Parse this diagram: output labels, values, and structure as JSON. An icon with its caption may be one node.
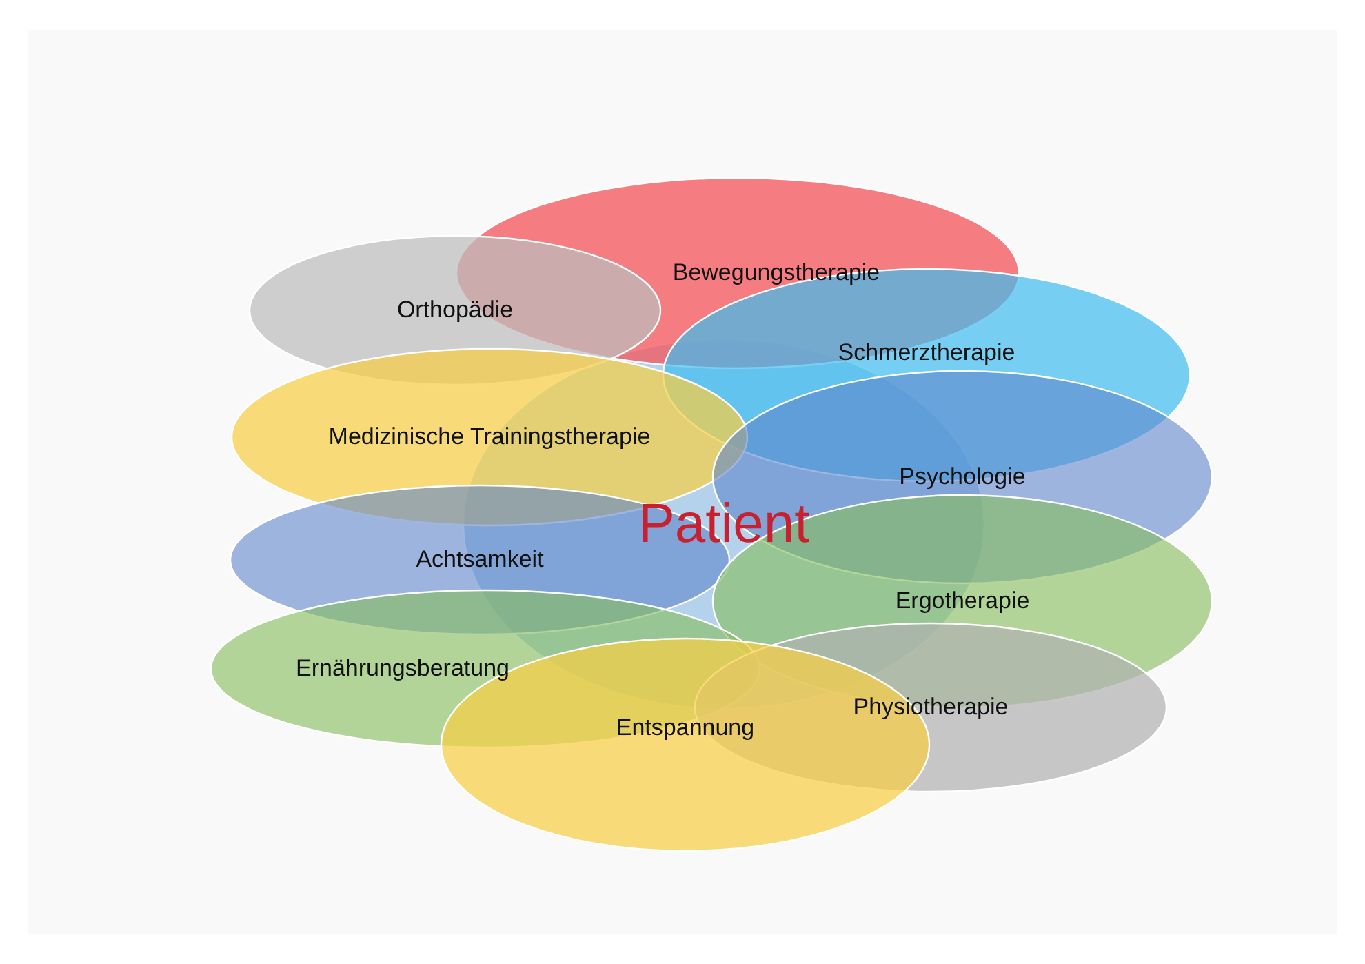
{
  "diagram": {
    "nodes": [
      {
        "text": [
          "Patient"
        ]
      },
      {
        "text": [
          "Bewegungstherapie"
        ]
      },
      {
        "text": [
          "Orthopädie"
        ]
      },
      {
        "text": [
          "Schmerztherapie"
        ]
      },
      {
        "text": [
          "Medizinische Trainingstherapie"
        ]
      },
      {
        "text": [
          "Psychologie"
        ]
      },
      {
        "text": [
          "Achtsamkeit"
        ]
      },
      {
        "text": [
          "Ergotherapie"
        ]
      },
      {
        "text": [
          "Ernährungsberatung"
        ]
      },
      {
        "text": [
          "Physiotherapie"
        ]
      },
      {
        "text": [
          "Entspannung"
        ]
      }
    ],
    "edges": []
  }
}
